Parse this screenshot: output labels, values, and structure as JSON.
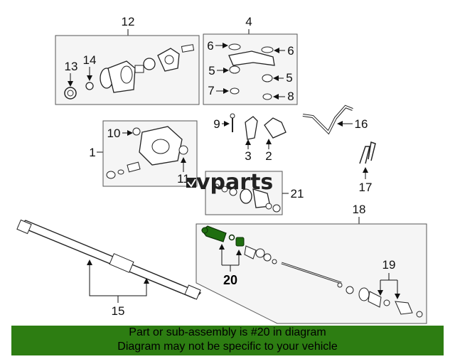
{
  "logo": {
    "text": "vparts"
  },
  "callouts": {
    "c1": "1",
    "c2": "2",
    "c3": "3",
    "c4": "4",
    "c5a": "5",
    "c5b": "5",
    "c6a": "6",
    "c6b": "6",
    "c7": "7",
    "c8": "8",
    "c9": "9",
    "c10": "10",
    "c11": "11",
    "c12": "12",
    "c13": "13",
    "c14": "14",
    "c15": "15",
    "c16": "16",
    "c17": "17",
    "c18": "18",
    "c19": "19",
    "c20": "20",
    "c21": "21"
  },
  "highlight_color": "#1f6e10",
  "notice": {
    "line1": "Part or sub-assembly is #20 in diagram",
    "line2": "Diagram may not be specific to your vehicle",
    "background": "#2d7d12"
  }
}
